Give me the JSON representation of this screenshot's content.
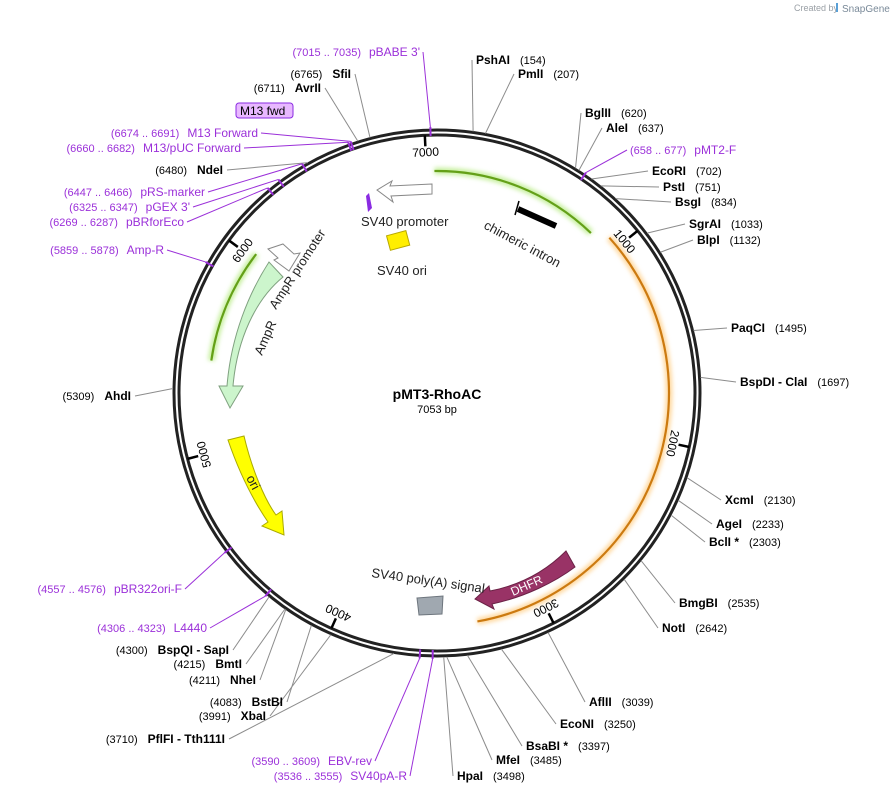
{
  "plasmid": {
    "name": "pMT3-RhoAC",
    "length_label": "7053 bp",
    "length": 7053
  },
  "credit": {
    "prefix": "Created by",
    "brand": "SnapGene"
  },
  "tick_labels": [
    "1000",
    "2000",
    "3000",
    "4000",
    "5000",
    "6000",
    "7000"
  ],
  "enzymes": [
    {
      "name": "PshAI",
      "pos": "154",
      "star": ""
    },
    {
      "name": "PmlI",
      "pos": "207",
      "star": ""
    },
    {
      "name": "BglII",
      "pos": "620",
      "star": ""
    },
    {
      "name": "AleI",
      "pos": "637",
      "star": ""
    },
    {
      "name": "EcoRI",
      "pos": "702",
      "star": ""
    },
    {
      "name": "PstI",
      "pos": "751",
      "star": ""
    },
    {
      "name": "BsgI",
      "pos": "834",
      "star": ""
    },
    {
      "name": "SgrAI",
      "pos": "1033",
      "star": ""
    },
    {
      "name": "BlpI",
      "pos": "1132",
      "star": ""
    },
    {
      "name": "PaqCI",
      "pos": "1495",
      "star": ""
    },
    {
      "name": "BspDI - ClaI",
      "pos": "1697",
      "star": ""
    },
    {
      "name": "XcmI",
      "pos": "2130",
      "star": ""
    },
    {
      "name": "AgeI",
      "pos": "2233",
      "star": ""
    },
    {
      "name": "BclI",
      "pos": "2303",
      "star": "*"
    },
    {
      "name": "BmgBI",
      "pos": "2535",
      "star": ""
    },
    {
      "name": "NotI",
      "pos": "2642",
      "star": ""
    },
    {
      "name": "AflII",
      "pos": "3039",
      "star": ""
    },
    {
      "name": "EcoNI",
      "pos": "3250",
      "star": ""
    },
    {
      "name": "BsaBI",
      "pos": "3397",
      "star": "*"
    },
    {
      "name": "MfeI",
      "pos": "3485",
      "star": ""
    },
    {
      "name": "HpaI",
      "pos": "3498",
      "star": ""
    },
    {
      "name": "PflFI - Tth111I",
      "pos": "3710",
      "star": ""
    },
    {
      "name": "XbaI",
      "pos": "3991",
      "star": ""
    },
    {
      "name": "BstBI",
      "pos": "4083",
      "star": ""
    },
    {
      "name": "NheI",
      "pos": "4211",
      "star": ""
    },
    {
      "name": "BmtI",
      "pos": "4215",
      "star": ""
    },
    {
      "name": "BspQI - SapI",
      "pos": "4300",
      "star": ""
    },
    {
      "name": "AhdI",
      "pos": "5309",
      "star": ""
    },
    {
      "name": "NdeI",
      "pos": "6480",
      "star": ""
    },
    {
      "name": "AvrII",
      "pos": "6711",
      "star": ""
    },
    {
      "name": "SfiI",
      "pos": "6765",
      "star": ""
    }
  ],
  "primers": [
    {
      "range": "(7015 .. 7035)",
      "name": "pBABE 3'"
    },
    {
      "range": "(658 .. 677)",
      "name": "pMT2-F"
    },
    {
      "range": "(6674 .. 6691)",
      "name": "M13 Forward"
    },
    {
      "range": "(6660 .. 6682)",
      "name": "M13/pUC Forward"
    },
    {
      "range": "(6447 .. 6466)",
      "name": "pRS-marker"
    },
    {
      "range": "(6325 .. 6347)",
      "name": "pGEX 3'"
    },
    {
      "range": "(6269 .. 6287)",
      "name": "pBRforEco"
    },
    {
      "range": "(5859 .. 5878)",
      "name": "Amp-R"
    },
    {
      "range": "(4557 .. 4576)",
      "name": "pBR322ori-F"
    },
    {
      "range": "(4306 .. 4323)",
      "name": "L4440"
    },
    {
      "range": "(3590 .. 3609)",
      "name": "EBV-rev"
    },
    {
      "range": "(3536 .. 3555)",
      "name": "SV40pA-R"
    }
  ],
  "primer_box": {
    "label": "M13 fwd"
  },
  "features": [
    {
      "name": "SV40 promoter"
    },
    {
      "name": "SV40 ori"
    },
    {
      "name": "chimeric intron"
    },
    {
      "name": "AmpR promoter"
    },
    {
      "name": "AmpR"
    },
    {
      "name": "ori"
    },
    {
      "name": "DHFR"
    },
    {
      "name": "SV40 poly(A) signal"
    }
  ],
  "colors": {
    "primer": "#9b30d9",
    "enzyme_line": "#8c8c8c",
    "ampr": "#ccf5cc",
    "ori": "#ffff00",
    "dhfr": "#993366",
    "polyA": "#a0a8b0",
    "orf_green": "#64a018",
    "orf_orange": "#cc7a10"
  }
}
